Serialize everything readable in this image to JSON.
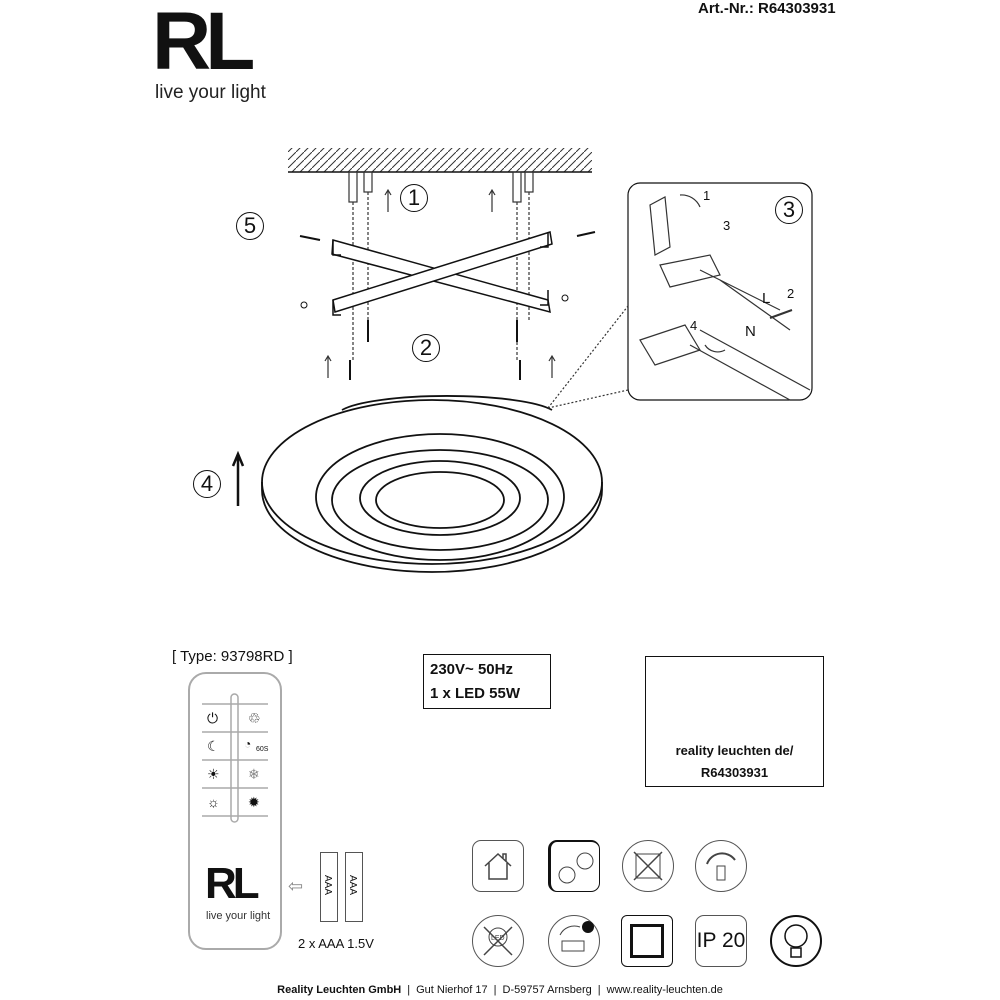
{
  "logo": {
    "mark": "RL",
    "tagline": "live your light"
  },
  "article_number": "Art.-Nr.: R64303931",
  "steps": [
    "1",
    "2",
    "3",
    "4",
    "5"
  ],
  "inset": {
    "labels": {
      "l": "L",
      "n": "N",
      "s1": "1",
      "s2": "2",
      "s3": "3",
      "s4": "4"
    }
  },
  "type_label": "[ Type: 93798RD ]",
  "specs": {
    "voltage": "230V~ 50Hz",
    "led": "1 x LED 55W"
  },
  "label_box": {
    "line1": "reality leuchten de/",
    "line2": "R64303931"
  },
  "remote": {
    "logo": "RL",
    "tagline": "live your light",
    "buttons": [
      "power",
      "scene",
      "night",
      "timer-60s",
      "brightness-up",
      "cool",
      "brightness-down",
      "warm"
    ],
    "timer_text": "60S"
  },
  "batteries": {
    "label": "AAA",
    "text": "2 x AAA 1.5V"
  },
  "symbols": {
    "ip": "IP 20",
    "led": "LED"
  },
  "footer": {
    "company": "Reality Leuchten GmbH",
    "street": "Gut Nierhof 17",
    "city": "D-59757 Arnsberg",
    "web": "www.reality-leuchten.de"
  }
}
